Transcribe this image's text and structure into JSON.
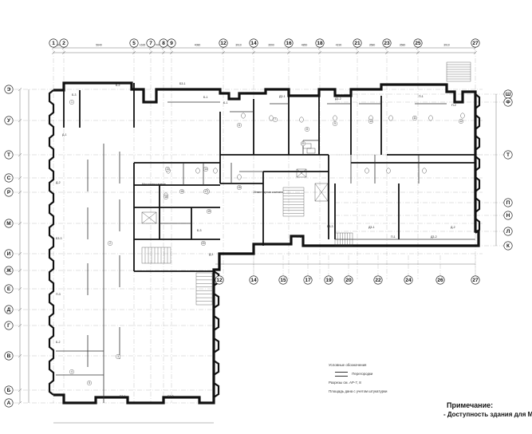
{
  "plan": {
    "top_axes": [
      "1",
      "2",
      "5",
      "7",
      "8",
      "9",
      "12",
      "14",
      "16",
      "18",
      "21",
      "23",
      "25",
      "27"
    ],
    "mid_axes": [
      "12",
      "14",
      "15",
      "17",
      "19",
      "20",
      "22",
      "24",
      "26",
      "27"
    ],
    "left_axes": [
      "Э",
      "У",
      "Т",
      "С",
      "Р",
      "М",
      "И",
      "Ж",
      "Е",
      "Д",
      "Г",
      "В",
      "Б",
      "А"
    ],
    "right_axes_top": [
      "Ш",
      "Ф",
      "Т",
      "П",
      "Н",
      "Л",
      "К"
    ],
    "top_dims": [
      "1890",
      "5640",
      "1635",
      "700",
      "1250",
      "4080",
      "3910",
      "3590",
      "4850",
      "4190",
      "3580",
      "3580",
      "3910"
    ],
    "room_tags": [
      "Б-2",
      "Б3-1",
      "Б3-2",
      "Б-1",
      "Д3-1",
      "Д3-2",
      "П-1",
      "П-2",
      "Б-3",
      "Д-1",
      "Д-2",
      "Б3-3",
      "П-3"
    ],
    "stair_labels": [
      "Мусорная камера",
      "Инвентарная комната"
    ],
    "room_numbers": [
      "1",
      "2",
      "3",
      "4",
      "5",
      "6",
      "7",
      "8",
      "9",
      "10",
      "11",
      "12",
      "13",
      "14",
      "15",
      "16",
      "17",
      "18",
      "19",
      "20",
      "21"
    ]
  },
  "legend": {
    "title": "Условные обозначения",
    "item1": "Перегородки",
    "item2": "Разрезы см. АР-7, 8",
    "item3": "Площадь дана с учетом штукатурки"
  },
  "note": {
    "title": "Примечание:",
    "body": "- Доступность здания для МГН"
  }
}
